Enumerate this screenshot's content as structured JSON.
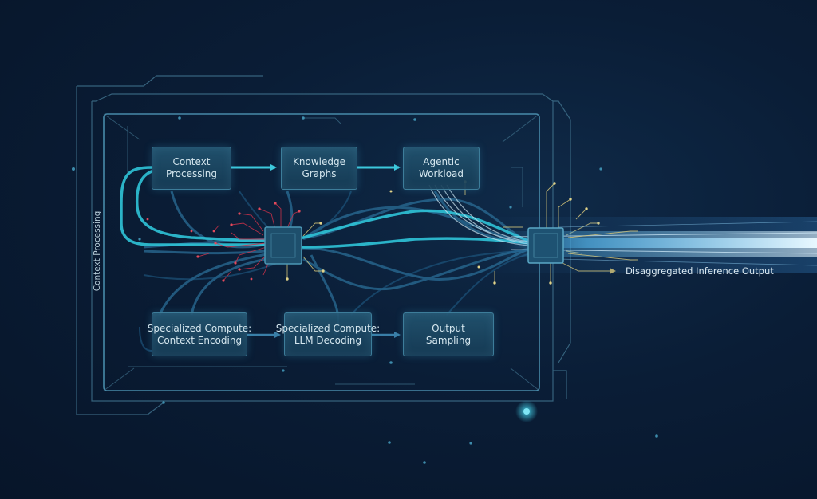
{
  "diagram": {
    "side_label": "Context Processing",
    "output_label": "Disaggregated Inference Output",
    "colors": {
      "background": "#0a1d36",
      "node_border": "#3d7d9a",
      "node_fill": "#1f5170",
      "primary_flow": "#2fc4d8",
      "secondary_flow": "#2a6d96",
      "circuit": "#3e6f8a",
      "accent_red": "#d0324a",
      "accent_gold": "#d9c87a",
      "beam": "#bfe9ff"
    },
    "nodes": [
      {
        "id": "context-processing",
        "line1": "Context",
        "line2": "Processing"
      },
      {
        "id": "knowledge-graphs",
        "line1": "Knowledge",
        "line2": "Graphs"
      },
      {
        "id": "agentic-workload",
        "line1": "Agentic",
        "line2": "Workload"
      },
      {
        "id": "specialized-compute-context-encoding",
        "line1": "Specialized Compute:",
        "line2": "Context Encoding"
      },
      {
        "id": "specialized-compute-llm-decoding",
        "line1": "Specialized Compute:",
        "line2": "LLM Decoding"
      },
      {
        "id": "output-sampling",
        "line1": "Output",
        "line2": "Sampling"
      }
    ],
    "edges": [
      {
        "from": "context-processing",
        "to": "knowledge-graphs"
      },
      {
        "from": "knowledge-graphs",
        "to": "agentic-workload"
      },
      {
        "from": "specialized-compute-context-encoding",
        "to": "specialized-compute-llm-decoding"
      },
      {
        "from": "specialized-compute-llm-decoding",
        "to": "output-sampling"
      }
    ]
  }
}
